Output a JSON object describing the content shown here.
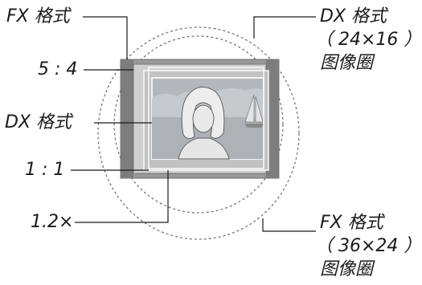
{
  "labels": {
    "fx_format": "FX 格式",
    "ratio_5_4": "5 : 4",
    "dx_format": "DX 格式",
    "ratio_1_1": "1 : 1",
    "crop_1_2x": "1.2×",
    "dx_circle_line1": "DX 格式",
    "dx_circle_line2": "（ 24×16 ）",
    "dx_circle_line3": "图像圈",
    "fx_circle_line1": "FX 格式",
    "fx_circle_line2": "（ 36×24 ）",
    "fx_circle_line3": "图像圈"
  },
  "colors": {
    "leader_line": "#1a1a1a",
    "frame_gray": "#9a9a9a",
    "frame_light": "#d0d0d0",
    "frame_dark": "#6e6e6e",
    "image_area": "#b4b8bc",
    "circle_dashed": "#777777"
  }
}
